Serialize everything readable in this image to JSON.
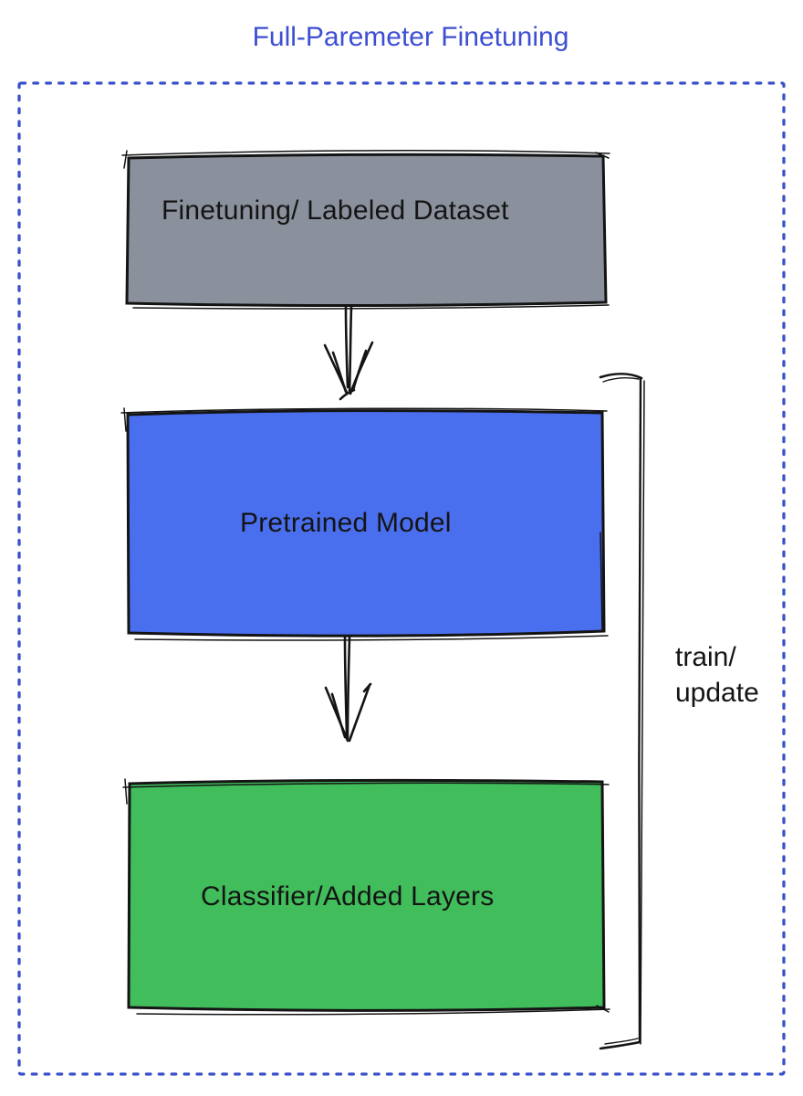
{
  "title": "Full-Paremeter Finetuning",
  "colors": {
    "title": "#3D4FD2",
    "frame": "#3B50C9",
    "ink": "#141414"
  },
  "nodes": [
    {
      "id": "finetuning-dataset",
      "label": "Finetuning/ Labeled Dataset",
      "fill": "#8A919C"
    },
    {
      "id": "pretrained-model",
      "label": "Pretrained Model",
      "fill": "#4A6FEE"
    },
    {
      "id": "classifier-added-layers",
      "label": "Classifier/Added Layers",
      "fill": "#41BD5C"
    }
  ],
  "edges": [
    {
      "from": "finetuning-dataset",
      "to": "pretrained-model"
    },
    {
      "from": "pretrained-model",
      "to": "classifier-added-layers"
    }
  ],
  "bracket": {
    "label": "train/\nupdate"
  }
}
